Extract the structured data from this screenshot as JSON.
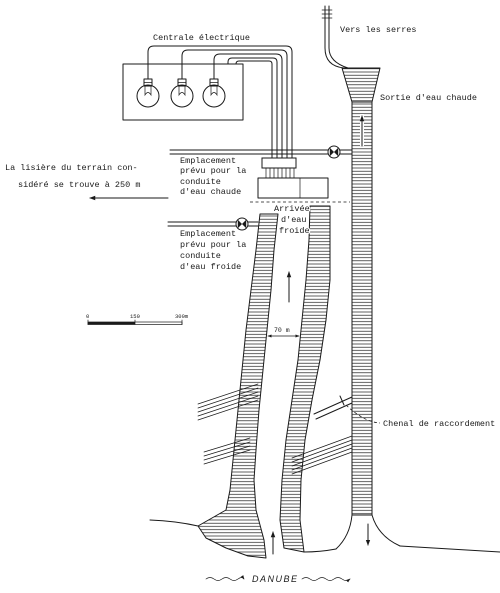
{
  "diagram": {
    "power_station": {
      "label": "Centrale électrique"
    },
    "greenhouses": {
      "label": "Vers les serres"
    },
    "hot_water_outlet": {
      "label": "Sortie d'eau chaude"
    },
    "hot_pipe_site": {
      "lines": [
        "Emplacement",
        "prévu pour la",
        "conduite",
        "d'eau chaude"
      ]
    },
    "boundary_note": {
      "lines": [
        "La lisière du terrain con-",
        "sidéré se trouve à 250 m"
      ]
    },
    "cold_water_intake": {
      "lines": [
        "Arrivée",
        "d'eau",
        "froide"
      ]
    },
    "cold_pipe_site": {
      "lines": [
        "Emplacement",
        "prévu pour la",
        "conduite",
        "d'eau froide"
      ]
    },
    "intake_width": {
      "label": "70 m"
    },
    "connecting_channel": {
      "label": "Chenal de raccordement"
    },
    "river": {
      "label": "DANUBE"
    },
    "scale_bar": {
      "labels": [
        "0",
        "150",
        "300m"
      ]
    }
  },
  "colors": {
    "ink": "#1a1a1a",
    "paper": "#ffffff"
  }
}
